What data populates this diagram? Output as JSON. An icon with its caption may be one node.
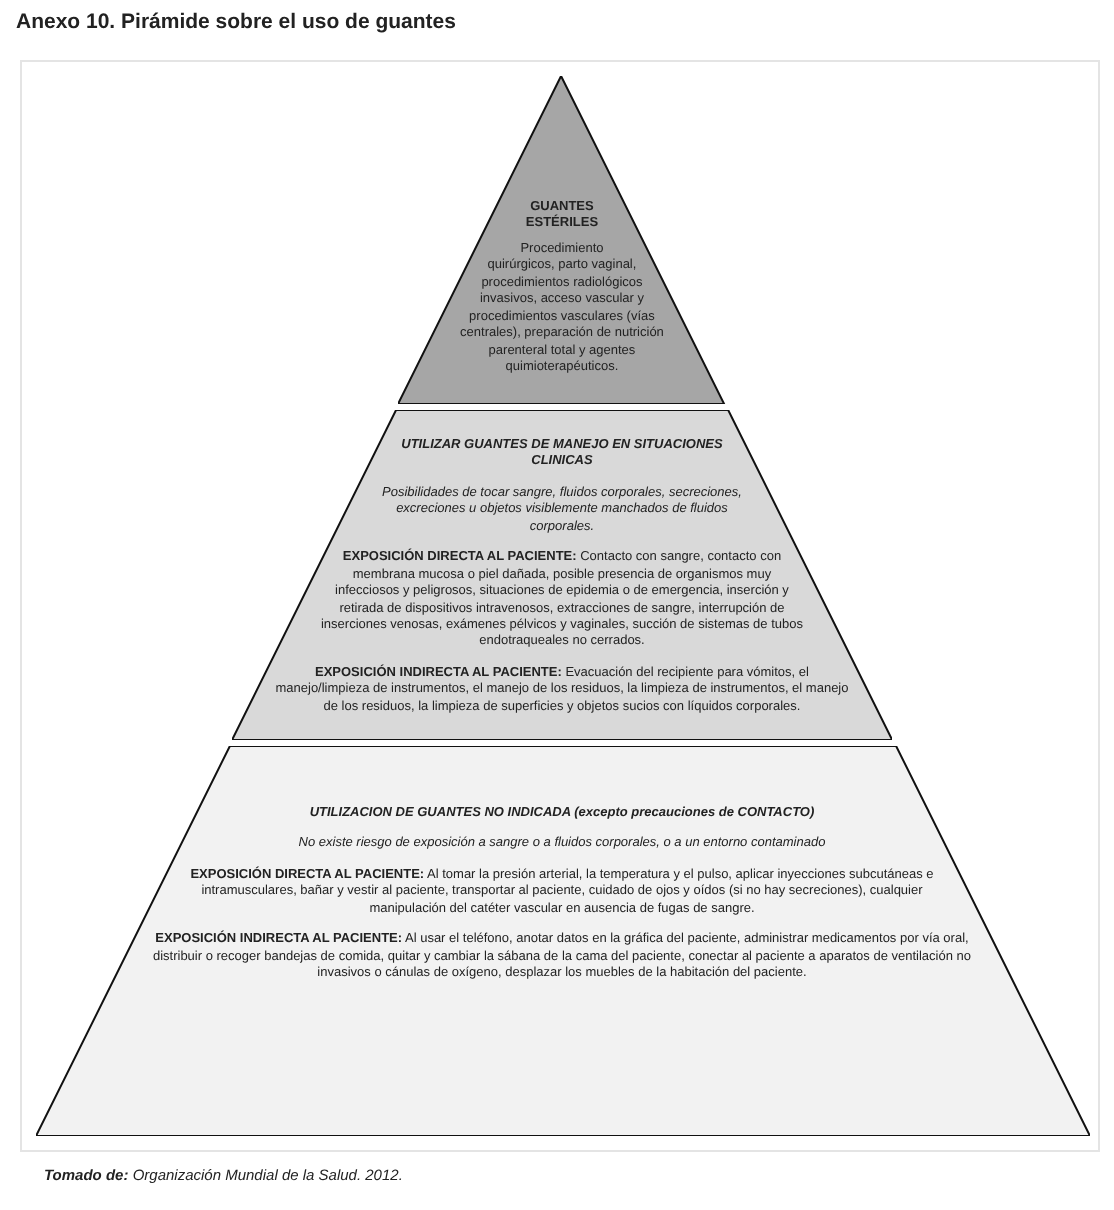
{
  "diagram": {
    "title": "Anexo 10.  Pirámide sobre el uso de guantes",
    "caption": "**Tomado de:** Organización Mundial de la Salud. 2012.",
    "nodes": [
      {
        "text": [
          "GUANTES ESTÉRILES",
          "Procedimiento quirúrgicos, parto vaginal, procedimientos radiológicos invasivos, acceso vascular y procedimientos vasculares (vías centrales), preparación de nutrición parenteral total y agentes quimioterapéuticos."
        ]
      },
      {
        "text": [
          "UTILIZAR GUANTES DE MANEJO EN SITUACIONES CLINICAS",
          "Posibilidades de tocar sangre, fluidos corporales, secreciones, excreciones u objetos visiblemente manchados de fluidos corporales.",
          "**EXPOSICIÓN DIRECTA AL PACIENTE:** Contacto con sangre, contacto con membrana mucosa o piel dañada, posible presencia de organismos muy infecciosos y peligrosos, situaciones de epidemia o de emergencia, inserción y retirada de dispositivos intravenosos, extracciones de sangre, interrupción de inserciones venosas, exámenes pélvicos y vaginales, succión de sistemas de tubos endotraqueales no cerrados.",
          "**EXPOSICIÓN INDIRECTA AL PACIENTE:** Evacuación del recipiente para vómitos, el manejo/limpieza de instrumentos, el manejo de los residuos, la limpieza de instrumentos, el manejo de los residuos, la limpieza de superficies y objetos sucios con líquidos corporales."
        ]
      },
      {
        "text": [
          "UTILIZACION DE GUANTES NO INDICADA (excepto precauciones de CONTACTO)",
          "No existe riesgo de exposición a sangre o a fluidos corporales, o a un entorno contaminado",
          "**EXPOSICIÓN DIRECTA AL PACIENTE:** Al tomar la presión arterial, la temperatura y el pulso, aplicar inyecciones subcutáneas e intramusculares, bañar y vestir al paciente, transportar al paciente, cuidado de ojos y oídos (si no hay secreciones),  cualquier manipulación del catéter vascular en ausencia de fugas de sangre.",
          "**EXPOSICIÓN INDIRECTA AL PACIENTE:** Al usar el teléfono, anotar datos en la gráfica del paciente, administrar medicamentos por  vía oral, distribuir o recoger bandejas de comida, quitar y cambiar la sábana de la cama del paciente, conectar al paciente a aparatos de ventilación no invasivos o cánulas de oxígeno, desplazar los muebles de la habitación del paciente."
        ]
      }
    ]
  }
}
